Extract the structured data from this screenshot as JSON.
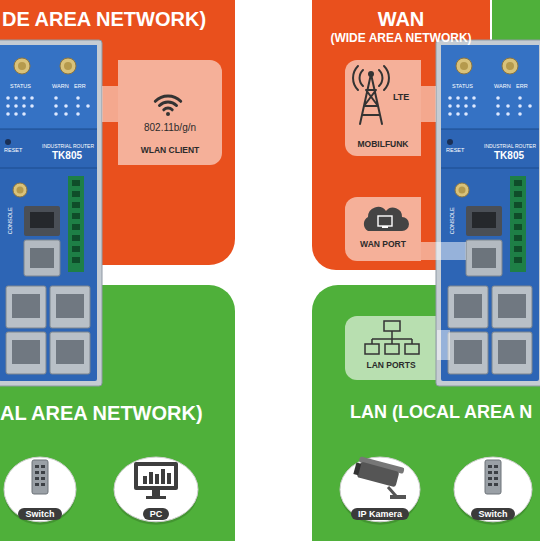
{
  "diagram": {
    "nodes": [
      {
        "text": [
          "DE AREA NETWORK)"
        ]
      },
      {
        "text": [
          "802.11b/g/n",
          "WLAN CLIENT"
        ],
        "in": 0
      },
      {
        "text": [
          "AL AREA NETWORK)"
        ]
      },
      {
        "text": [
          "Switch"
        ],
        "in": 2
      },
      {
        "text": [
          "PC"
        ],
        "in": 2
      },
      {
        "text": [
          "WAN",
          "(WIDE AREA NETWORK)"
        ]
      },
      {
        "text": [
          "LTE",
          "MOBILFUNK"
        ],
        "in": 5
      },
      {
        "text": [
          "WAN PORT"
        ],
        "in": 5
      },
      {
        "text": [
          "LAN (LOCAL AREA N"
        ]
      },
      {
        "text": [
          "LAN PORTS"
        ],
        "in": 8
      },
      {
        "text": [
          "IP Kamera"
        ],
        "in": 8
      },
      {
        "text": [
          "Switch"
        ],
        "in": 8
      }
    ],
    "labels": [
      "STATUS",
      "WARN",
      "ERR",
      "RESET",
      "INDUSTRIAL ROUTER",
      "TK805",
      "CONSOLE",
      "STATUS",
      "WARN",
      "ERR",
      "RESET",
      "INDUSTRIAL ROUTER",
      "TK805",
      "CONSOLE"
    ]
  }
}
